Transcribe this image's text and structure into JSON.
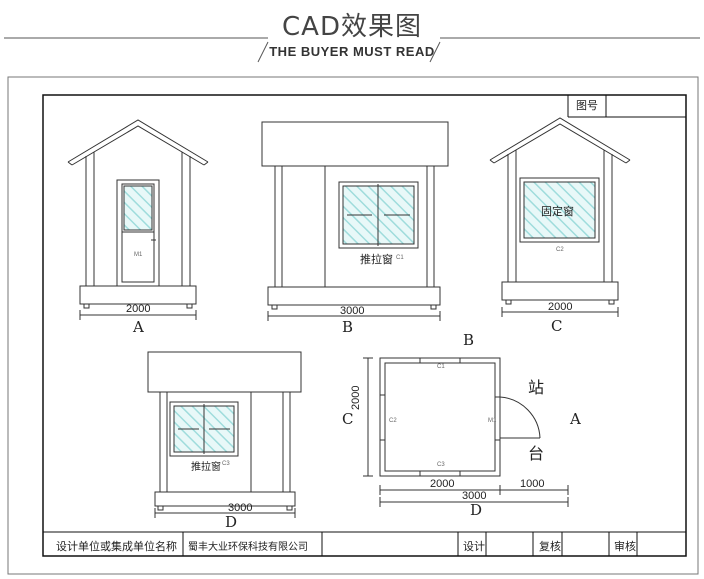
{
  "header": {
    "title": "CAD效果图",
    "subtitle": "THE BUYER MUST READ"
  },
  "title_block": {
    "drawing_no_label": "图号",
    "design_unit_label": "设计单位或集成单位名称",
    "company": "蜀丰大业环保科技有限公司",
    "design_label": "设计",
    "review_label": "复核",
    "audit_label": "审核"
  },
  "views": {
    "a": {
      "letter": "A",
      "width_dim": "2000",
      "door_tag": "M1"
    },
    "b": {
      "letter": "B",
      "width_dim": "3000",
      "window_label": "推拉窗",
      "window_tag": "C1"
    },
    "c": {
      "letter": "C",
      "width_dim": "2000",
      "window_label": "固定窗",
      "window_tag": "C2"
    },
    "d": {
      "letter": "D",
      "width_dim": "3000",
      "window_label": "推拉窗",
      "window_tag": "C3"
    }
  },
  "plan": {
    "top_letter": "B",
    "left_letter": "C",
    "right_letter": "A",
    "bottom_letter": "D",
    "side_dim": "2000",
    "dim_left": "2000",
    "dim_right": "1000",
    "dim_total": "3000",
    "station_1": "站",
    "station_2": "台",
    "tag_c1": "C1",
    "tag_c2": "C2",
    "tag_c3": "C3",
    "tag_m1": "M1"
  }
}
